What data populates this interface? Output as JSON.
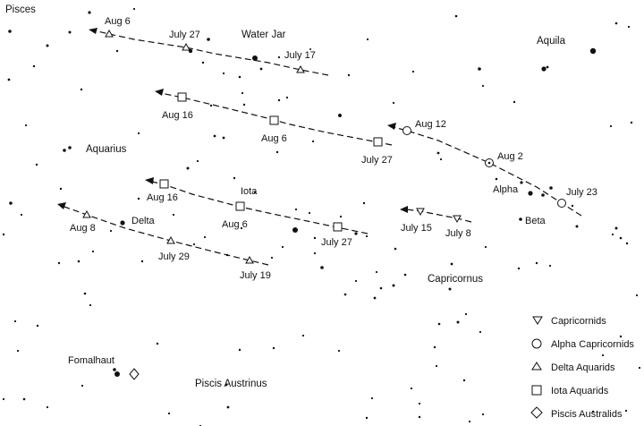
{
  "constellations": {
    "pisces": "Pisces",
    "water_jar": "Water Jar",
    "aquila": "Aquila",
    "aquarius": "Aquarius",
    "capricornus": "Capricornus",
    "piscis_austrinus": "Piscis Austrinus"
  },
  "stars": {
    "alpha": "Alpha",
    "beta": "Beta",
    "iota": "Iota",
    "delta": "Delta",
    "fomalhaut": "Fomalhaut"
  },
  "streams": {
    "delta_north": {
      "dates": [
        "Aug 6",
        "July 27",
        "July 17"
      ]
    },
    "iota_north": {
      "dates": [
        "Aug 16",
        "Aug 6",
        "July 27"
      ]
    },
    "alpha_cap": {
      "dates": [
        "Aug 12",
        "Aug 2",
        "July 23"
      ]
    },
    "iota_south": {
      "dates": [
        "Aug 16",
        "Aug 6",
        "July 27"
      ]
    },
    "delta_south": {
      "dates": [
        "Aug 8",
        "July  29",
        "July 19"
      ]
    },
    "capricornids": {
      "dates": [
        "July 15",
        "July 8"
      ]
    }
  },
  "legend": {
    "items": [
      {
        "symbol": "triangle-down",
        "label": "Capricornids"
      },
      {
        "symbol": "circle",
        "label": "Alpha Capricornids"
      },
      {
        "symbol": "triangle-up",
        "label": "Delta Aquarids"
      },
      {
        "symbol": "square",
        "label": "Iota Aquarids"
      },
      {
        "symbol": "diamond",
        "label": "Piscis Australids"
      }
    ]
  },
  "colors": {
    "ink": "#111111",
    "background": "#ffffff"
  }
}
